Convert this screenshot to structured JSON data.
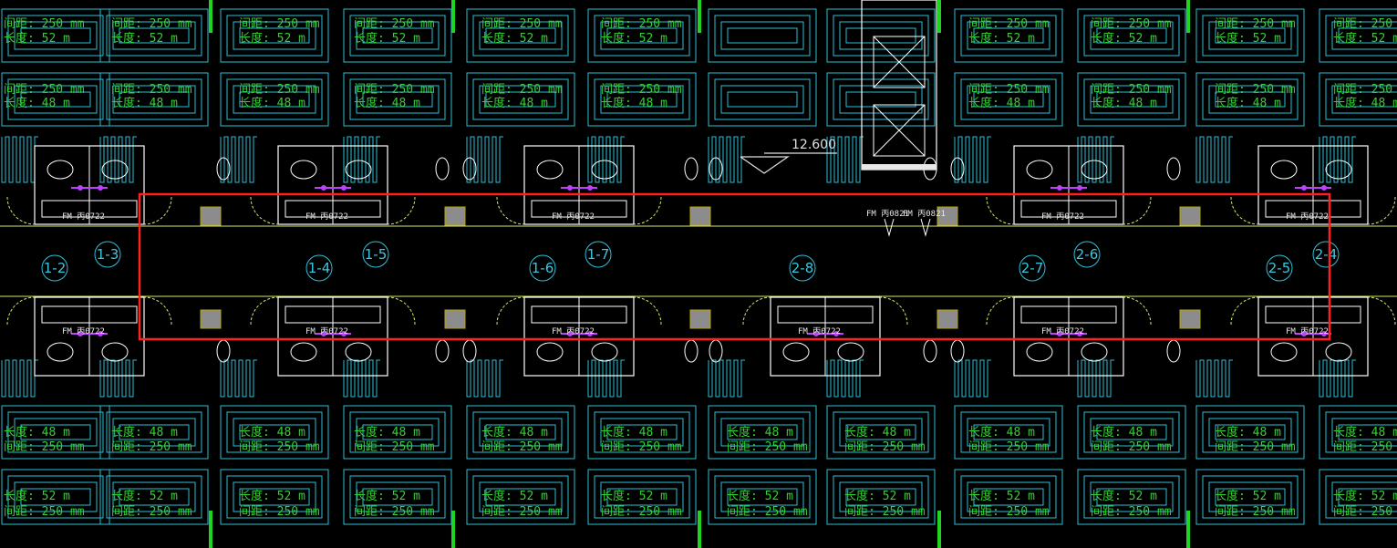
{
  "canvas": {
    "background": "#000000"
  },
  "colors": {
    "coil": "#2cbfd8",
    "label": "#34d134",
    "wall": "#ffffff",
    "door": "#d6e86a",
    "column": "#8c8c8c",
    "column_yellow": "#b8a600",
    "selection": "#ff2020",
    "pipe": "#c040ff"
  },
  "elevation_mark": {
    "text": "12.600"
  },
  "room_labels_top": [
    {
      "spacing": "间距: 250 mm",
      "length_a": "长度: 52 m",
      "length_b": "长度: 48 m"
    }
  ],
  "labels": {
    "spacing_250": "间距: 250 mm",
    "length_52": "长度: 52 m",
    "length_48": "长度: 48 m",
    "door_fm0722": "FM 丙0722",
    "door_fm0821_a": "FM 丙0821",
    "door_fm0821_b": "FM 丙0821",
    "fm_tag": "FM 丙"
  },
  "grid_bubbles": [
    {
      "label": "1-2"
    },
    {
      "label": "1-3"
    },
    {
      "label": "1-4"
    },
    {
      "label": "1-5"
    },
    {
      "label": "1-6"
    },
    {
      "label": "1-7"
    },
    {
      "label": "2-8"
    },
    {
      "label": "2-7"
    },
    {
      "label": "2-6"
    },
    {
      "label": "2-5"
    },
    {
      "label": "2-4"
    }
  ],
  "selection_box": {
    "label": ""
  }
}
